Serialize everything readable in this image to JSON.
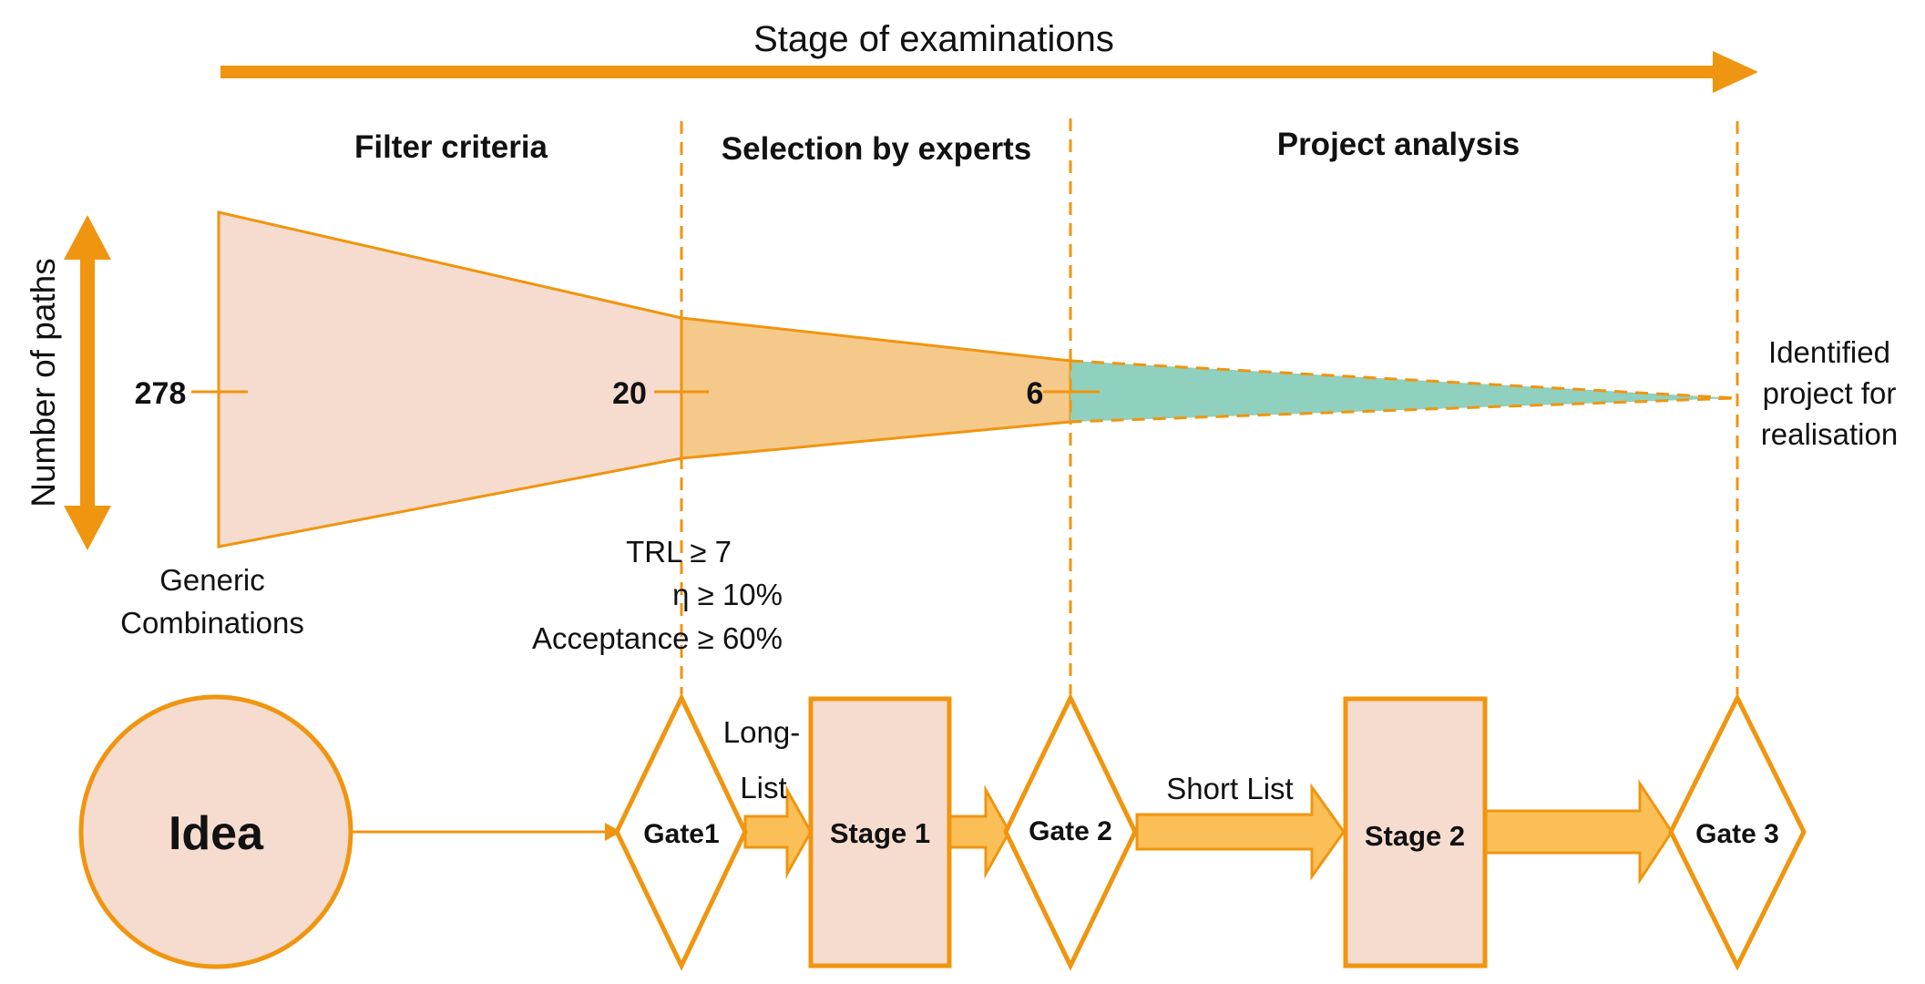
{
  "colors": {
    "orange": "#F0950F",
    "filter_fill": "#F6DCCF",
    "selection_fill": "#F5C98A",
    "analysis_fill": "#8FD1BE",
    "stage_fill": "#F6DCCF",
    "arrow_fill": "#FBBF58"
  },
  "top_axis": {
    "label": "Stage of examinations"
  },
  "left_axis": {
    "label": "Number of paths"
  },
  "phases": {
    "filter": "Filter criteria",
    "selection": "Selection by experts",
    "analysis": "Project analysis"
  },
  "counts": {
    "generic": "278",
    "after_filter": "20",
    "after_selection": "6"
  },
  "generic_label": [
    "Generic",
    "Combinations"
  ],
  "final_label": [
    "Identified",
    "project for",
    "realisation"
  ],
  "criteria": [
    "TRL ≥ 7",
    "η ≥ 10%",
    "Acceptance ≥ 60%"
  ],
  "process": {
    "idea": "Idea",
    "gate1": "Gate1",
    "stage1": "Stage 1",
    "gate2": "Gate 2",
    "stage2": "Stage 2",
    "gate3": "Gate 3",
    "long_list": [
      "Long-",
      "List"
    ],
    "short_list": "Short List"
  }
}
